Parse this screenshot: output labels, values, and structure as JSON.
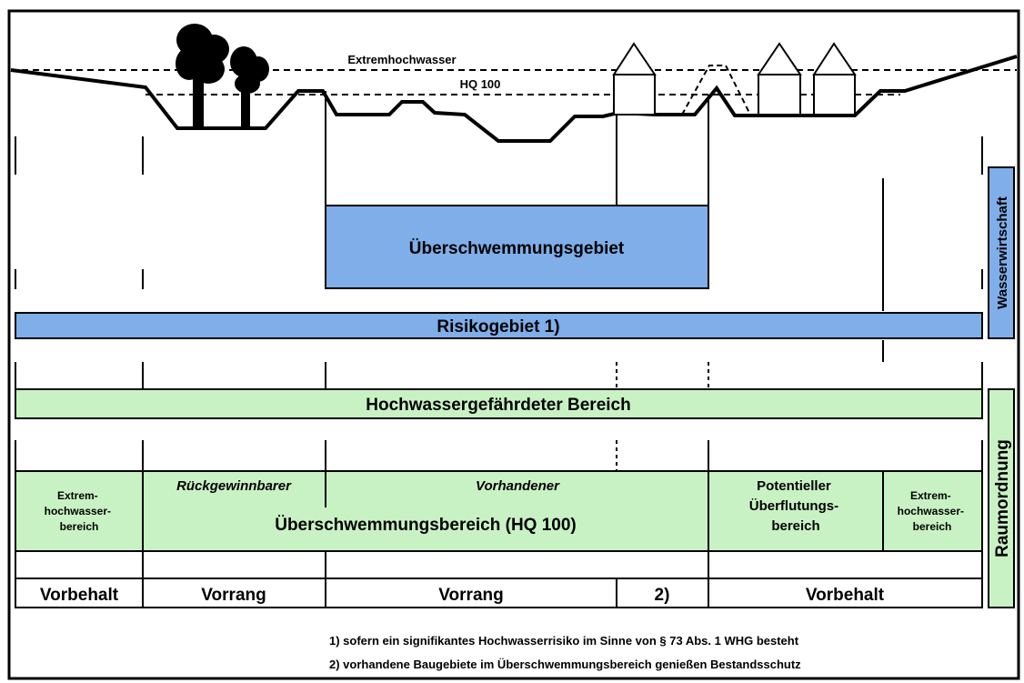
{
  "colors": {
    "blue_fill": "#7faee9",
    "green_fill": "#c9f2c4",
    "outline": "#000000",
    "background": "#ffffff"
  },
  "profile": {
    "extreme_level_label": "Extremhochwasser",
    "hq100_label": "HQ 100"
  },
  "sidebars": {
    "wasserwirtschaft": "Wasserwirtschaft",
    "raumordnung": "Raumordnung"
  },
  "zones": {
    "ueberschwemmungsgebiet": "Überschwemmungsgebiet",
    "risikogebiet": "Risikogebiet 1)",
    "hochwassergefaehrdet": "Hochwassergefährdeter Bereich"
  },
  "areas": {
    "extrem_left": [
      "Extrem-",
      "hochwasser-",
      "bereich"
    ],
    "rueckgewinnbarer": "Rückgewinnbarer",
    "vorhandener": "Vorhandener",
    "ueberschwemmungsbereich": "Überschwemmungsbereich (HQ 100)",
    "potentieller": [
      "Potentieller",
      "Überflutungs-",
      "bereich"
    ],
    "extrem_right": [
      "Extrem-",
      "hochwasser-",
      "bereich"
    ]
  },
  "priority_row": {
    "vorbehalt_left": "Vorbehalt",
    "vorrang_left": "Vorrang",
    "vorrang_middle": "Vorrang",
    "footnote_ref": "2)",
    "vorbehalt_right": "Vorbehalt"
  },
  "footnotes": [
    "1)  sofern ein signifikantes Hochwasserrisiko im Sinne von § 73 Abs. 1 WHG besteht",
    "2)  vorhandene Baugebiete im Überschwemmungsbereich genießen Bestandsschutz"
  ]
}
